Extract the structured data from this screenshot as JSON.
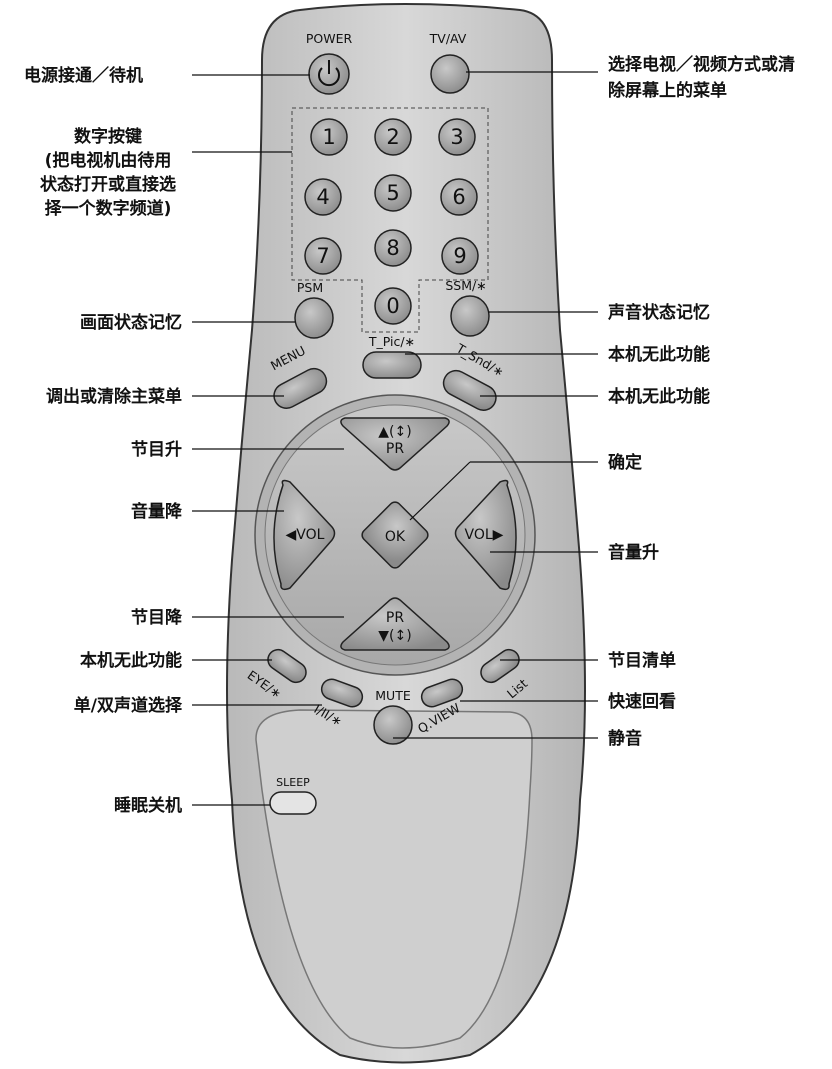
{
  "remote": {
    "top_buttons": {
      "power": "POWER",
      "tvav": "TV/AV"
    },
    "digits": [
      "1",
      "2",
      "3",
      "4",
      "5",
      "6",
      "7",
      "8",
      "9",
      "0"
    ],
    "psm": "PSM",
    "ssm": "SSM/∗",
    "t_pic": "T_Pic/∗",
    "menu": "MENU",
    "t_snd": "T_Snd/∗",
    "pr_up_main": "PR",
    "pr_up_arrows": "▲(↕)",
    "pr_down_main": "PR",
    "pr_down_arrows": "▼(↕)",
    "vol_left": "◀VOL",
    "vol_right": "VOL▶",
    "ok": "OK",
    "eye": "EYE/∗",
    "i_ii": "I/II/∗",
    "mute": "MUTE",
    "qview": "Q.VIEW",
    "list": "List",
    "sleep": "SLEEP"
  },
  "callouts_left": {
    "power": "电源接通／待机",
    "digits_1": "数字按键",
    "digits_2": "(把电视机由待用",
    "digits_3": "状态打开或直接选",
    "digits_4": "择一个数字频道)",
    "psm": "画面状态记忆",
    "menu": "调出或清除主菜单",
    "pr_up": "节目升",
    "vol_down": "音量降",
    "pr_down": "节目降",
    "eye": "本机无此功能",
    "i_ii": "单/双声道选择",
    "sleep": "睡眠关机"
  },
  "callouts_right": {
    "tvav_1": "选择电视／视频方式或清",
    "tvav_2": "除屏幕上的菜单",
    "ssm": "声音状态记忆",
    "t_pic": "本机无此功能",
    "t_snd": "本机无此功能",
    "ok": "确定",
    "vol_up": "音量升",
    "list": "节目清单",
    "qview": "快速回看",
    "mute": "静音"
  }
}
